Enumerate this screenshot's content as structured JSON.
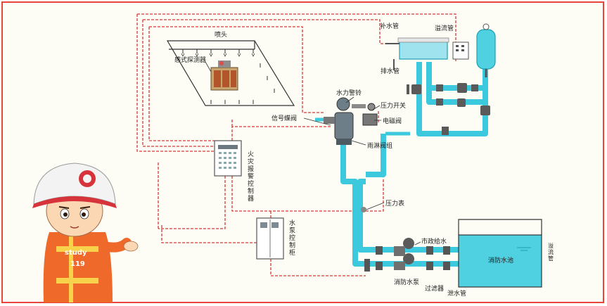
{
  "labels": {
    "nozzle": "喷头",
    "detector": "感式探测器",
    "water_bell": "水力警铃",
    "pressure_switch": "压力开关",
    "solenoid": "电磁阀",
    "signal_valve": "信号蝶阀",
    "deluge_valve": "雨淋阀组",
    "makeup_pipe": "补水管",
    "overflow_pipe_top": "溢流管",
    "drain_pipe": "排水管",
    "pressure_gauge": "压力表",
    "municipal": "市政给水",
    "pool": "消防水池",
    "overflow_pipe_right": "溢流管",
    "fire_pump": "消防水泵",
    "filter": "过滤器",
    "discharge_pipe": "泄水管",
    "fire_panel": "火灾报警控制器",
    "pump_panel": "水泵控制柜"
  },
  "mascot": {
    "shirt_text": "study",
    "badge_number": "119"
  },
  "colors": {
    "pipe": "#3cc9dd",
    "pipe_dark": "#1e9fb3",
    "signal_line": "#d63a3a",
    "frame": "#e8463c",
    "helmet": "#f3f3f3",
    "suit": "#ef6a2a"
  }
}
